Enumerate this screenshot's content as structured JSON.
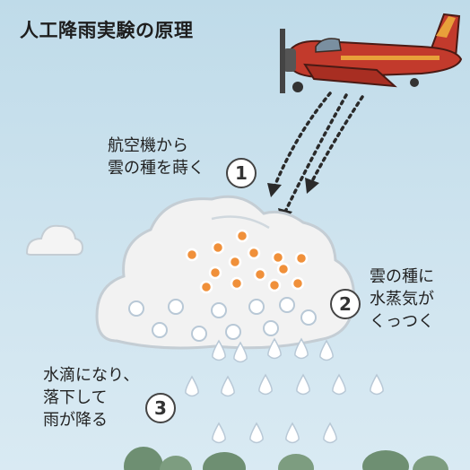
{
  "title": "人工降雨実験の原理",
  "steps": [
    {
      "number": "1",
      "lines": [
        "航空機から",
        "雲の種を蒔く"
      ]
    },
    {
      "number": "2",
      "lines": [
        "雲の種に",
        "水蒸気が",
        "くっつく"
      ]
    },
    {
      "number": "3",
      "lines": [
        "水滴になり、",
        "落下して",
        "雨が降る"
      ]
    }
  ],
  "airplane": {
    "registration": ""
  },
  "colors": {
    "sky": "#c9e1ee",
    "cloud": "#f2f2f2",
    "seed": "#f0903a",
    "droplet": "#ffffff",
    "airplane_body": "#c23a2c",
    "airplane_tail": "#e8a03a"
  }
}
